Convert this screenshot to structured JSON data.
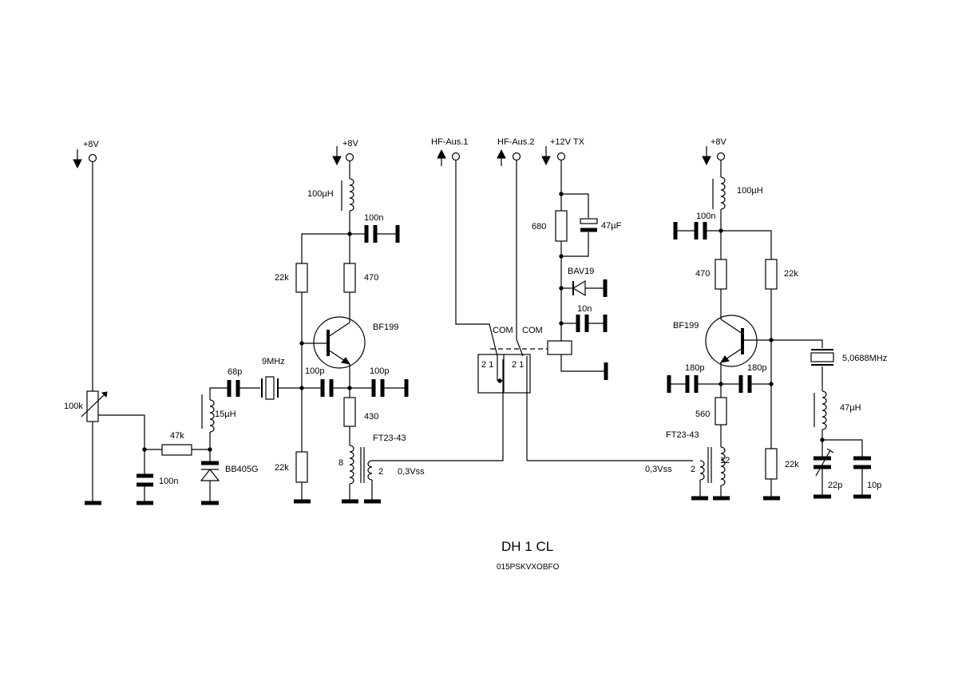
{
  "supplies": {
    "v8_a": "+8V",
    "v8_b": "+8V",
    "v8_c": "+8V",
    "v12tx": "+12V TX"
  },
  "outputs": {
    "hf1": "HF-Aus.1",
    "hf2": "HF-Aus.2"
  },
  "left_stage": {
    "pot": "100k",
    "r_47k": "47k",
    "c_100n": "100n",
    "l_15uh": "15µH",
    "varicap": "BB405G",
    "c_68p": "68p",
    "crystal": "9MHz"
  },
  "osc_stage": {
    "l_100uh": "100µH",
    "c_100n": "100n",
    "r_22k_top": "22k",
    "r_470": "470",
    "transistor": "BF199",
    "c_100p_a": "100p",
    "c_100p_b": "100p",
    "r_430": "430",
    "r_22k_bot": "22k",
    "transformer": "FT23-43",
    "turns_primary": "8",
    "turns_secondary": "2",
    "level": "0,3Vss"
  },
  "relay": {
    "com_a": "COM",
    "com_b": "COM",
    "contact_a": "2 1",
    "contact_b": "2 1",
    "r_680": "680",
    "c_47uf": "47µF",
    "diode": "BAV19",
    "c_10n": "10n"
  },
  "right_stage": {
    "l_100uh": "100µH",
    "c_100n": "100n",
    "r_470": "470",
    "r_22k_top": "22k",
    "transistor": "BF199",
    "c_180p_a": "180p",
    "c_180p_b": "180p",
    "crystal": "5,0688MHz",
    "l_47uh": "47µH",
    "r_560": "560",
    "transformer": "FT23-43",
    "turns_primary": "12",
    "turns_secondary": "2",
    "level": "0,3Vss",
    "r_22k_bot": "22k",
    "c_22p": "22p",
    "c_10p": "10p"
  },
  "footer": {
    "title": "DH 1 CL",
    "code": "015PSKVXOBFO"
  }
}
